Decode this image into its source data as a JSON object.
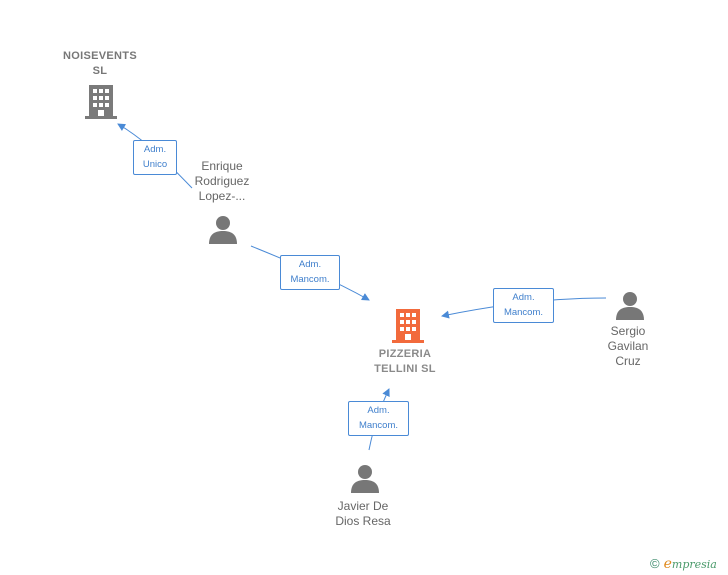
{
  "colors": {
    "edge": "#4a8ad6",
    "company_icon": "#7a7a7a",
    "focal_icon": "#f26a3c",
    "person_icon": "#777777"
  },
  "nodes": {
    "noisevents": {
      "line1": "NOISEVENTS",
      "line2": "SL",
      "icon": "building-icon"
    },
    "pizzeria": {
      "line1": "PIZZERIA",
      "line2": "TELLINI  SL",
      "icon": "building-icon"
    },
    "enrique": {
      "line1": "Enrique",
      "line2": "Rodriguez",
      "line3": "Lopez-...",
      "icon": "person-icon"
    },
    "sergio": {
      "line1": "Sergio",
      "line2": "Gavilan",
      "line3": "Cruz",
      "icon": "person-icon"
    },
    "javier": {
      "line1": "Javier De",
      "line2": "Dios Resa",
      "icon": "person-icon"
    }
  },
  "edges": {
    "enrique_noisevents": {
      "line1": "Adm.",
      "line2": "Unico"
    },
    "enrique_pizzeria": {
      "line1": "Adm.",
      "line2": "Mancom."
    },
    "sergio_pizzeria": {
      "line1": "Adm.",
      "line2": "Mancom."
    },
    "javier_pizzeria": {
      "line1": "Adm.",
      "line2": "Mancom."
    }
  },
  "brand": {
    "copyright": "©",
    "e": "e",
    "rest": "mpresia"
  }
}
